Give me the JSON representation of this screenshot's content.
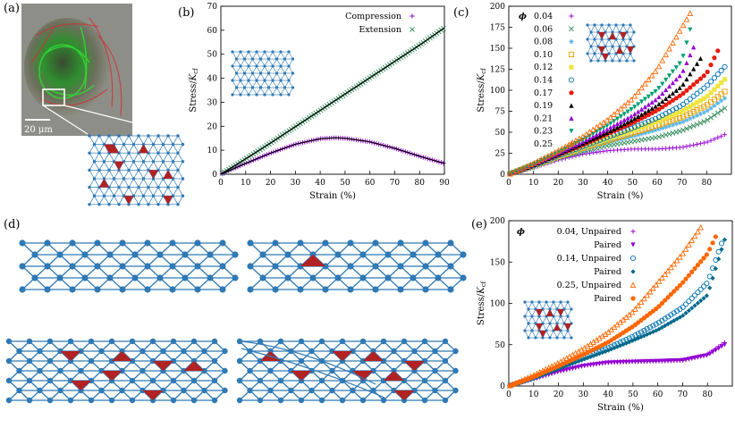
{
  "panels": {
    "a": {
      "label": "(a)",
      "scale_bar": "20 μm"
    },
    "b": {
      "label": "(b)"
    },
    "c": {
      "label": "(c)",
      "phi_symbol": "ϕ"
    },
    "d": {
      "label": "(d)"
    },
    "e": {
      "label": "(e)",
      "phi_symbol": "ϕ"
    }
  },
  "colors": {
    "network_blue": "#2f79b5",
    "triangle_red": "#b22222",
    "fit_black": "#000000"
  },
  "chart_data": [
    {
      "id": "b",
      "type": "scatter",
      "xlabel": "Strain (%)",
      "ylabel": "Stress/K_cf",
      "xlim": [
        0,
        90
      ],
      "ylim": [
        0,
        70
      ],
      "xticks": [
        0,
        10,
        20,
        30,
        40,
        50,
        60,
        70,
        80,
        90
      ],
      "yticks": [
        0,
        10,
        20,
        30,
        40,
        50,
        60,
        70
      ],
      "legend_position": "top-center",
      "series": [
        {
          "name": "Compression",
          "marker": "+",
          "color": "#9400d3",
          "x": [
            0,
            10,
            20,
            30,
            40,
            46,
            50,
            60,
            70,
            80,
            90
          ],
          "y": [
            0,
            4.5,
            8.8,
            12.5,
            14.8,
            15.2,
            15.0,
            13.5,
            10.8,
            7.5,
            4.5
          ]
        },
        {
          "name": "Extension",
          "marker": "x",
          "color": "#2e8b57",
          "x": [
            0,
            10,
            20,
            30,
            40,
            50,
            60,
            70,
            80,
            90
          ],
          "y": [
            0,
            6.4,
            13.0,
            19.8,
            26.6,
            33.4,
            40.2,
            47.0,
            53.8,
            61.0
          ]
        }
      ]
    },
    {
      "id": "c",
      "type": "scatter",
      "xlabel": "Strain (%)",
      "ylabel": "Stress/K_cf",
      "xlim": [
        0,
        90
      ],
      "ylim": [
        0,
        200
      ],
      "xticks": [
        0,
        10,
        20,
        30,
        40,
        50,
        60,
        70,
        80
      ],
      "yticks": [
        0,
        25,
        50,
        75,
        100,
        125,
        150,
        175,
        200
      ],
      "legend_position": "top-left",
      "series": [
        {
          "name": "0.04",
          "marker": "+",
          "color": "#9400d3",
          "x": [
            0,
            10,
            20,
            30,
            40,
            50,
            60,
            70,
            80,
            88
          ],
          "y": [
            0,
            8,
            17,
            24,
            28,
            30,
            30,
            32,
            38,
            48
          ]
        },
        {
          "name": "0.06",
          "marker": "x",
          "color": "#2e8b57",
          "x": [
            0,
            10,
            20,
            30,
            40,
            50,
            60,
            70,
            80,
            88
          ],
          "y": [
            0,
            9,
            19,
            27,
            34,
            39,
            44,
            52,
            64,
            80
          ]
        },
        {
          "name": "0.08",
          "marker": "*",
          "color": "#56b4e9",
          "x": [
            0,
            10,
            20,
            30,
            40,
            50,
            60,
            70,
            80,
            88
          ],
          "y": [
            0,
            9,
            20,
            29,
            38,
            45,
            53,
            62,
            75,
            92
          ]
        },
        {
          "name": "0.10",
          "marker": "square",
          "color": "#e69f00",
          "x": [
            0,
            10,
            20,
            30,
            40,
            50,
            60,
            70,
            80,
            88
          ],
          "y": [
            0,
            10,
            21,
            31,
            40,
            49,
            58,
            68,
            82,
            100
          ]
        },
        {
          "name": "0.12",
          "marker": "square-filled",
          "color": "#f0e442",
          "x": [
            0,
            10,
            20,
            30,
            40,
            50,
            60,
            70,
            80,
            88
          ],
          "y": [
            0,
            10,
            21,
            32,
            42,
            52,
            63,
            75,
            92,
            115
          ]
        },
        {
          "name": "0.14",
          "marker": "circle",
          "color": "#0072b2",
          "x": [
            0,
            10,
            20,
            30,
            40,
            50,
            60,
            70,
            80,
            88
          ],
          "y": [
            0,
            10,
            22,
            33,
            44,
            55,
            67,
            82,
            105,
            130
          ]
        },
        {
          "name": "0.17",
          "marker": "circle-filled",
          "color": "#e51e10",
          "x": [
            0,
            10,
            20,
            30,
            40,
            50,
            60,
            70,
            80,
            85
          ],
          "y": [
            0,
            11,
            23,
            35,
            48,
            61,
            76,
            95,
            120,
            150
          ]
        },
        {
          "name": "0.19",
          "marker": "triangle-filled",
          "color": "#000000",
          "x": [
            0,
            10,
            20,
            30,
            40,
            50,
            60,
            70,
            78
          ],
          "y": [
            0,
            11,
            24,
            37,
            50,
            65,
            82,
            105,
            140
          ]
        },
        {
          "name": "0.21",
          "marker": "triangle-filled",
          "color": "#9400d3",
          "x": [
            0,
            10,
            20,
            30,
            40,
            50,
            60,
            70,
            76
          ],
          "y": [
            0,
            12,
            25,
            39,
            54,
            70,
            90,
            120,
            160
          ]
        },
        {
          "name": "0.23",
          "marker": "triangle-down-filled",
          "color": "#009e73",
          "x": [
            0,
            10,
            20,
            30,
            40,
            50,
            60,
            70,
            74
          ],
          "y": [
            0,
            12,
            26,
            41,
            58,
            78,
            100,
            135,
            180
          ]
        },
        {
          "name": "0.25",
          "marker": "triangle",
          "color": "#ff6600",
          "x": [
            0,
            10,
            20,
            30,
            40,
            50,
            60,
            65,
            70,
            74
          ],
          "y": [
            0,
            13,
            28,
            45,
            65,
            90,
            125,
            150,
            175,
            195
          ]
        }
      ]
    },
    {
      "id": "e",
      "type": "scatter",
      "xlabel": "Strain (%)",
      "ylabel": "Stress/K_cf",
      "xlim": [
        0,
        90
      ],
      "ylim": [
        0,
        200
      ],
      "xticks": [
        0,
        10,
        20,
        30,
        40,
        50,
        60,
        70,
        80
      ],
      "yticks": [
        0,
        50,
        100,
        150,
        200
      ],
      "legend_position": "top-left",
      "series": [
        {
          "name": "0.04, Unpaired",
          "marker": "+",
          "color": "#9400d3",
          "x": [
            0,
            10,
            20,
            30,
            40,
            50,
            60,
            70,
            80,
            88
          ],
          "y": [
            0,
            9,
            18,
            25,
            29,
            30,
            30,
            31,
            38,
            55
          ]
        },
        {
          "name": "Paired",
          "marker": "triangle-down-filled",
          "color": "#9400d3",
          "x": [
            0,
            10,
            20,
            30,
            40,
            50,
            60,
            70,
            80,
            88
          ],
          "y": [
            0,
            8,
            17,
            24,
            28,
            29,
            30,
            31,
            37,
            52
          ]
        },
        {
          "name": "0.14, Unpaired",
          "marker": "circle",
          "color": "#0072b2",
          "x": [
            0,
            10,
            20,
            30,
            40,
            50,
            60,
            70,
            80,
            86
          ],
          "y": [
            0,
            10,
            22,
            34,
            46,
            60,
            76,
            95,
            125,
            175
          ]
        },
        {
          "name": "Paired",
          "marker": "diamond-filled",
          "color": "#00688b",
          "x": [
            0,
            10,
            20,
            30,
            40,
            50,
            60,
            70,
            80,
            87
          ],
          "y": [
            0,
            10,
            21,
            32,
            43,
            55,
            68,
            85,
            110,
            178
          ]
        },
        {
          "name": "0.25, Unpaired",
          "marker": "triangle",
          "color": "#ff6600",
          "x": [
            0,
            10,
            20,
            30,
            40,
            50,
            60,
            70,
            78
          ],
          "y": [
            0,
            13,
            28,
            45,
            65,
            90,
            125,
            160,
            195
          ]
        },
        {
          "name": "Paired",
          "marker": "circle-filled",
          "color": "#ff6600",
          "x": [
            0,
            10,
            20,
            30,
            40,
            50,
            60,
            70,
            80,
            84
          ],
          "y": [
            0,
            11,
            24,
            38,
            53,
            72,
            95,
            125,
            160,
            185
          ]
        }
      ]
    }
  ]
}
